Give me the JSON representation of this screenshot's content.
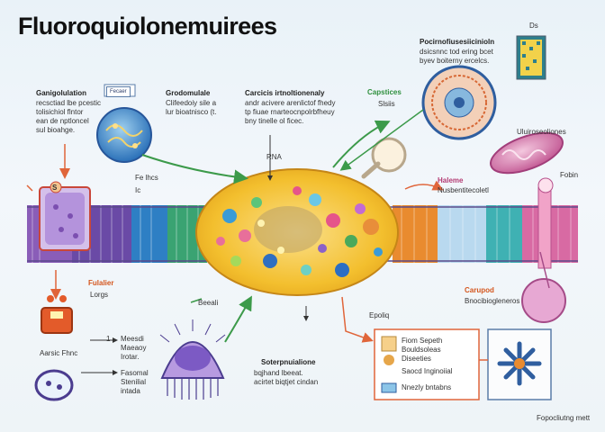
{
  "title": "Fluoroquiolonemuirees",
  "labels": {
    "top_left_head": "Ganigolulation",
    "top_left_body": [
      "recsctiad lbe pcestic",
      "tolisichiol flntor",
      "ean de nptloncel",
      "sul bioahge."
    ],
    "top_left_box": "Fecaer",
    "gradomulale_head": "Grodomulale",
    "gradomulale_body": [
      "Clifeedoiy sile a",
      "lur bioatnisco (t."
    ],
    "center_head": "Carcicis irtnoltionenaly",
    "center_body": [
      "andr acivere arenlictof fhedy",
      "tp fiuae rnarteocnpolrbfheuy",
      "bny tinelle ol ficec."
    ],
    "rna_label": "RNA",
    "capstone_head": "Capstices",
    "capstone_sub": "Slsiis",
    "top_right_head": "Pocirnofiusesiicinioln",
    "top_right_body": [
      "dsicsnnc tod ering bcet",
      "byev boiterny ercelcs."
    ],
    "ds_label": "Ds",
    "mito_label": "Uluiroseoliones",
    "fobin_label": "Fobin",
    "haleme_head": "Haleme",
    "haleme_sub": "Nusbentitecoletl",
    "fe_lbl": "Fe lhcs",
    "fulae_head": "Fulalier",
    "fulae_sub": "Lorgs",
    "mid_small_1": "Ic",
    "beeali_label": "Beeali",
    "bottom_left_1": "Aarsic Fhnc",
    "bottom_left_2a": "Meesdi",
    "bottom_left_2b": "Maeaoy",
    "bottom_left_2c": "Irotar.",
    "bottom_left_3a": "Fasomal",
    "bottom_left_3b": "Stenilial",
    "bottom_left_3c": "intada",
    "bottom_left_num": "1",
    "bottom_center_head": "Soterpnuialione",
    "bottom_center_body": [
      "bqjhand lbeeat.",
      "acirtet biqtjet cindan"
    ],
    "epoliq_label": "Epoliq",
    "carupod_head": "Carupod",
    "carupod_sub": "Bnocibiogleneros",
    "legend_title_a": "Fiom Sepeth",
    "legend_title_b": "Bouldsoleas",
    "legend_title_c": "Diseeties",
    "legend_item_1": "Saocd Inginoiial",
    "legend_item_2": "Nnezly bntabns",
    "footer_label": "Fopocliutng mett",
    "signature": "S"
  },
  "colors": {
    "membrane_purple": "#8a5db8",
    "membrane_blue": "#2e7fc4",
    "membrane_green": "#3aa372",
    "membrane_orange": "#e98b2f",
    "membrane_teal": "#3fb1b3",
    "membrane_pink": "#d86aa3",
    "cell_yellow": "#f4c531",
    "arrow_orange": "#e0653a",
    "arrow_green": "#3c9a4a"
  }
}
